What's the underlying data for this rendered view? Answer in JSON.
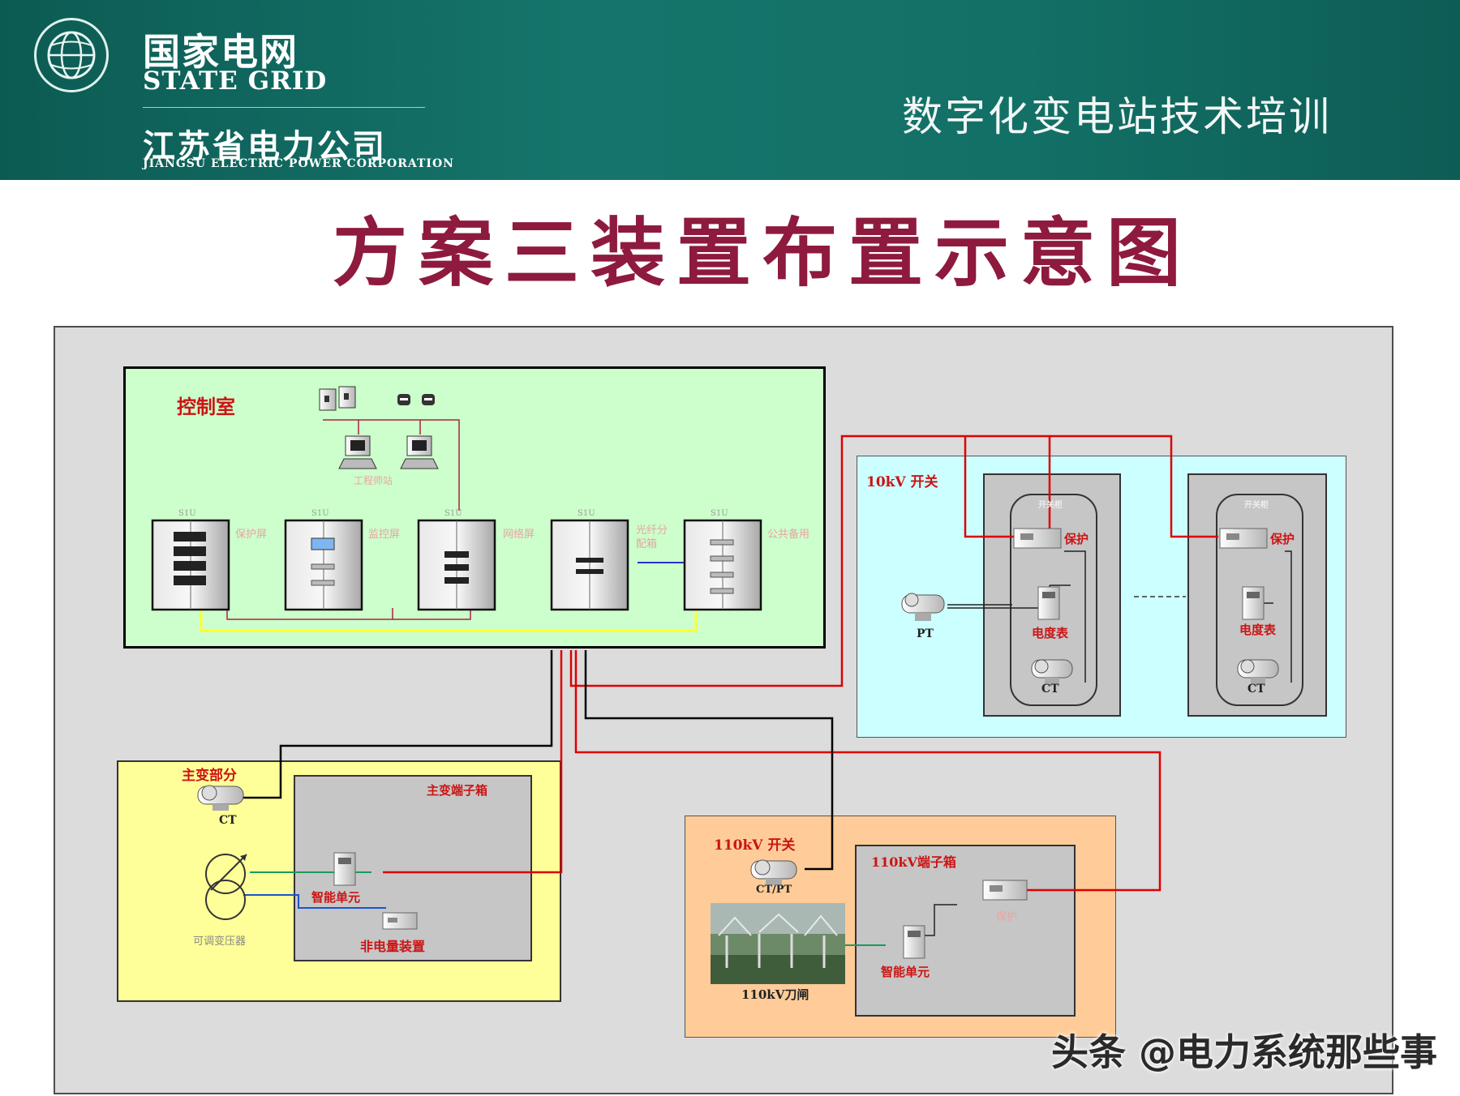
{
  "header": {
    "company_cn": "国家电网",
    "company_en": "STATE GRID",
    "branch_cn": "江苏省电力公司",
    "branch_en": "JIANGSU ELECTRIC POWER CORPORATION",
    "course_title": "数字化变电站技术培训",
    "colors": {
      "band": "#137066",
      "text": "#ffffff"
    }
  },
  "slide_title": "方案三装置布置示意图",
  "diagram": {
    "control_room": {
      "label": "控制室",
      "workstation_label": "工程师站",
      "cabinets": [
        {
          "top": "S1U",
          "side": "保护屏"
        },
        {
          "top": "S1U",
          "side": "监控屏"
        },
        {
          "top": "S1U",
          "side": "网络屏"
        },
        {
          "top": "S1U",
          "side": ""
        },
        {
          "top": "S1U",
          "side": "公共备用"
        }
      ],
      "fiber_panel_label": "光纤分配箱",
      "colors": {
        "fill": "#ccffcc"
      }
    },
    "switch_10kv": {
      "label": "10kV 开关",
      "pt_label": "PT",
      "bays": [
        {
          "header": "开关柜",
          "relay_label": "保护",
          "meter_label": "电度表",
          "ct_label": "CT"
        },
        {
          "header": "开关柜",
          "relay_label": "保护",
          "meter_label": "电度表",
          "ct_label": "CT"
        }
      ],
      "colors": {
        "fill": "#ccffff"
      }
    },
    "main_transformer": {
      "label": "主变部分",
      "ct_label": "CT",
      "transformer_label": "可调变压器",
      "terminal_box_label": "主变端子箱",
      "smart_unit_label": "智能单元",
      "nonelectric_label": "非电量装置",
      "colors": {
        "fill": "#ffff99"
      }
    },
    "switch_110kv": {
      "label": "110kV 开关",
      "ctpt_label": "CT/PT",
      "photo_caption": "110kV刀闸",
      "terminal_box_label": "110kV端子箱",
      "protection_label": "保护",
      "smart_unit_label": "智能单元",
      "colors": {
        "fill": "#ffcc99"
      }
    },
    "line_colors": {
      "copper": "#dd0000",
      "fiber": "#000000",
      "bus": "#ffff33"
    }
  },
  "watermark": "头条 @电力系统那些事"
}
